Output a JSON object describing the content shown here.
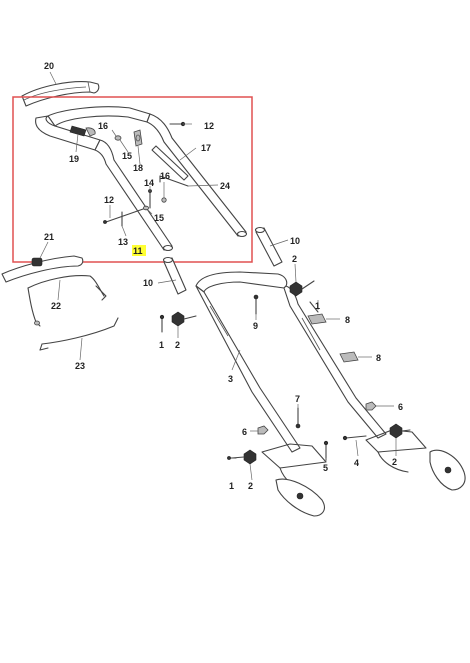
{
  "diagram": {
    "highlight_color": "#e05050",
    "marker_color": "#ffff33",
    "labels": [
      {
        "id": "l20",
        "text": "20"
      },
      {
        "id": "l12a",
        "text": "12"
      },
      {
        "id": "l16a",
        "text": "16"
      },
      {
        "id": "l15a",
        "text": "15"
      },
      {
        "id": "l19",
        "text": "19"
      },
      {
        "id": "l17",
        "text": "17"
      },
      {
        "id": "l18",
        "text": "18"
      },
      {
        "id": "l14",
        "text": "14"
      },
      {
        "id": "l16b",
        "text": "16"
      },
      {
        "id": "l24",
        "text": "24"
      },
      {
        "id": "l12b",
        "text": "12"
      },
      {
        "id": "l15b",
        "text": "15"
      },
      {
        "id": "l13",
        "text": "13"
      },
      {
        "id": "l11",
        "text": "11"
      },
      {
        "id": "l10a",
        "text": "10"
      },
      {
        "id": "l21",
        "text": "21"
      },
      {
        "id": "l2a",
        "text": "2"
      },
      {
        "id": "l10b",
        "text": "10"
      },
      {
        "id": "l22",
        "text": "22"
      },
      {
        "id": "l1a",
        "text": "1"
      },
      {
        "id": "l8a",
        "text": "8"
      },
      {
        "id": "l9",
        "text": "9"
      },
      {
        "id": "l1b",
        "text": "1"
      },
      {
        "id": "l2b",
        "text": "2"
      },
      {
        "id": "l23",
        "text": "23"
      },
      {
        "id": "l8b",
        "text": "8"
      },
      {
        "id": "l3",
        "text": "3"
      },
      {
        "id": "l7",
        "text": "7"
      },
      {
        "id": "l6a",
        "text": "6"
      },
      {
        "id": "l6b",
        "text": "6"
      },
      {
        "id": "l5",
        "text": "5"
      },
      {
        "id": "l4",
        "text": "4"
      },
      {
        "id": "l2c",
        "text": "2"
      },
      {
        "id": "l1c",
        "text": "1"
      },
      {
        "id": "l2d",
        "text": "2"
      }
    ]
  }
}
